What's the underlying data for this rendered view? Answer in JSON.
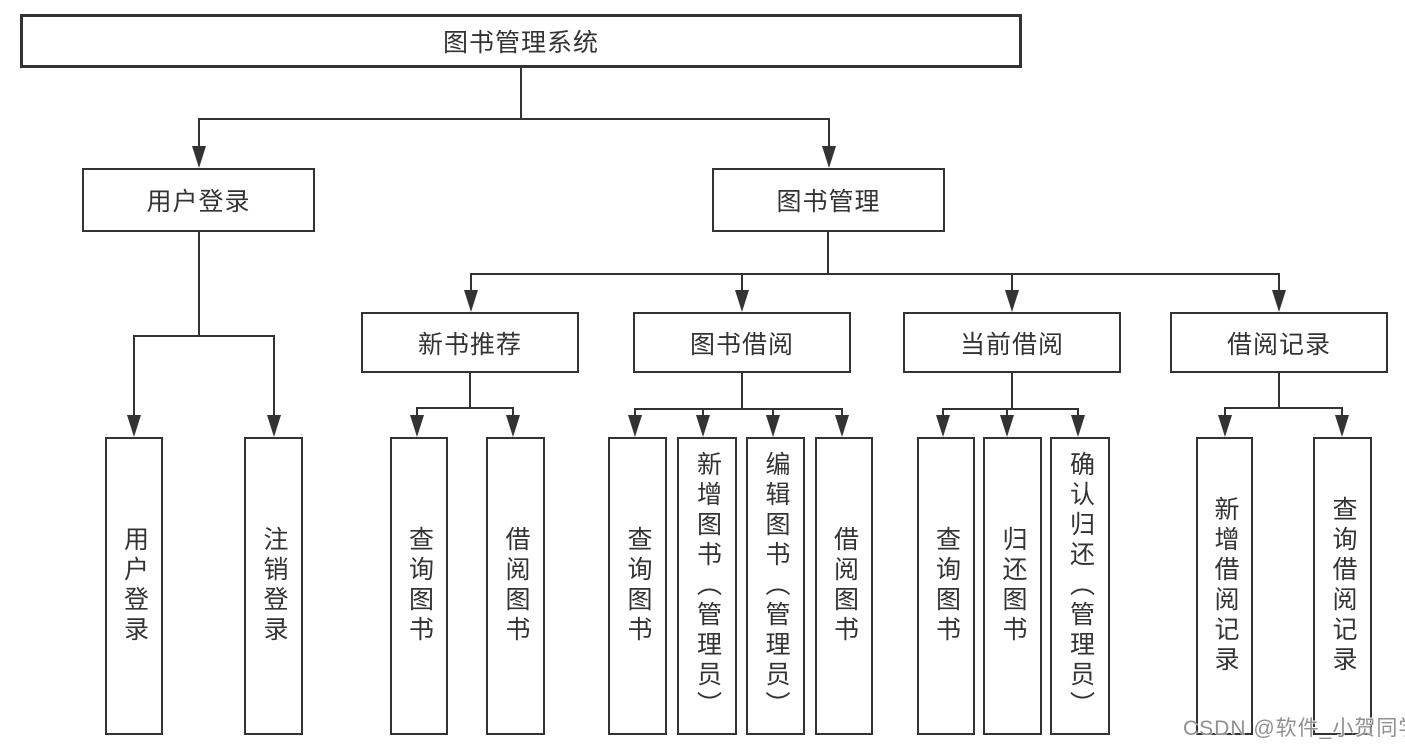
{
  "tree": {
    "root": {
      "label": "图书管理系统"
    },
    "branches": [
      {
        "label": "用户登录",
        "children": [
          {
            "label": "用户登录"
          },
          {
            "label": "注销登录"
          }
        ]
      },
      {
        "label": "图书管理",
        "children": [
          {
            "label": "新书推荐",
            "children": [
              {
                "label": "查询图书"
              },
              {
                "label": "借阅图书"
              }
            ]
          },
          {
            "label": "图书借阅",
            "children": [
              {
                "label": "查询图书"
              },
              {
                "label": "新增图书（管理员）"
              },
              {
                "label": "编辑图书（管理员）"
              },
              {
                "label": "借阅图书"
              }
            ]
          },
          {
            "label": "当前借阅",
            "children": [
              {
                "label": "查询图书"
              },
              {
                "label": "归还图书"
              },
              {
                "label": "确认归还（管理员）"
              }
            ]
          },
          {
            "label": "借阅记录",
            "children": [
              {
                "label": "新增借阅记录"
              },
              {
                "label": "查询借阅记录"
              }
            ]
          }
        ]
      }
    ]
  },
  "watermark": {
    "text": "CSDN @软件_小贺同学"
  },
  "colors": {
    "line": "#333333",
    "text": "#333333",
    "background": "#ffffff",
    "watermark_text": "#909090"
  }
}
